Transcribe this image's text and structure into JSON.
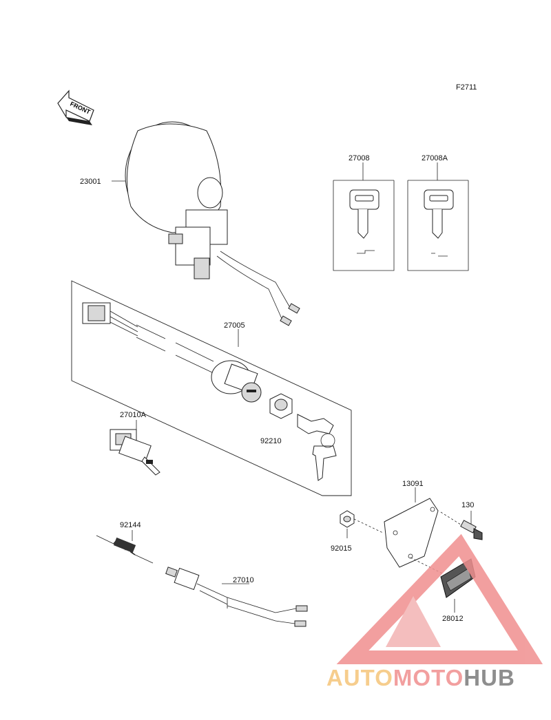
{
  "figure_code": "F2711",
  "front_label": "FRONT",
  "parts": {
    "headlight": "23001",
    "key_a": "27008",
    "key_b": "27008A",
    "switch_assy": "27005",
    "switch_10a": "27010A",
    "nut_92210": "92210",
    "spring": "92144",
    "stop_switch": "27010",
    "bracket": "13091",
    "bolt": "130",
    "nut_92015": "92015",
    "plate": "28012"
  },
  "watermark": {
    "part1": "AUTO",
    "part2": "MOTO",
    "part3": "HUB",
    "colors": {
      "auto": "#f5c57a",
      "moto": "#f08f8f",
      "hub": "#7b7b7b"
    }
  }
}
